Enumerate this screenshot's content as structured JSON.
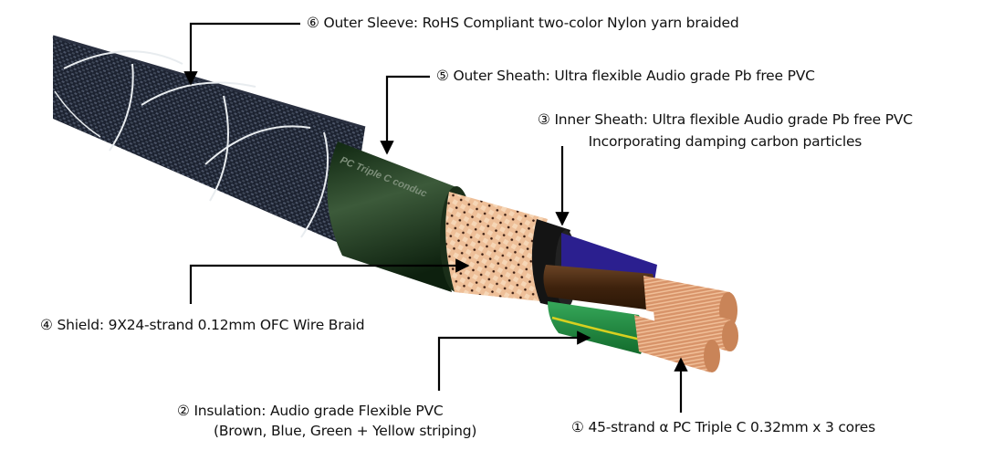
{
  "diagram": {
    "subject": "Power cable cross-section cutaway",
    "cable_print": "PC Triple C conduc",
    "colors": {
      "outer_sleeve": "#1c2230",
      "sleeve_stripe": "#e8ecef",
      "outer_sheath": "#1f3a1f",
      "shield_braid": "#e7b48d",
      "inner_sheath": "#141414",
      "core_blue": "#2b1f8f",
      "core_brown": "#4a2a12",
      "core_green": "#1f8a3a",
      "core_yellow_stripe": "#d8d020",
      "conductor_copper": "#d9966a",
      "leader_line": "#000000"
    },
    "callouts": [
      {
        "id": "6",
        "number": "⑥",
        "title": "Outer Sleeve:",
        "text": "RoHS Compliant two-color Nylon yarn braided",
        "line2": ""
      },
      {
        "id": "5",
        "number": "⑤",
        "title": "Outer Sheath:",
        "text": "Ultra flexible Audio grade Pb free PVC",
        "line2": ""
      },
      {
        "id": "3",
        "number": "③",
        "title": "Inner Sheath:",
        "text": "Ultra flexible Audio grade Pb free PVC",
        "line2": "Incorporating damping carbon particles"
      },
      {
        "id": "4",
        "number": "④",
        "title": "Shield:",
        "text": "9X24-strand 0.12mm OFC Wire Braid",
        "line2": ""
      },
      {
        "id": "2",
        "number": "②",
        "title": "Insulation:",
        "text": "Audio grade Flexible PVC",
        "line2": "(Brown, Blue, Green + Yellow striping)"
      },
      {
        "id": "1",
        "number": "①",
        "title": "",
        "text": "45-strand α PC Triple C 0.32mm x 3 cores",
        "line2": ""
      }
    ]
  }
}
